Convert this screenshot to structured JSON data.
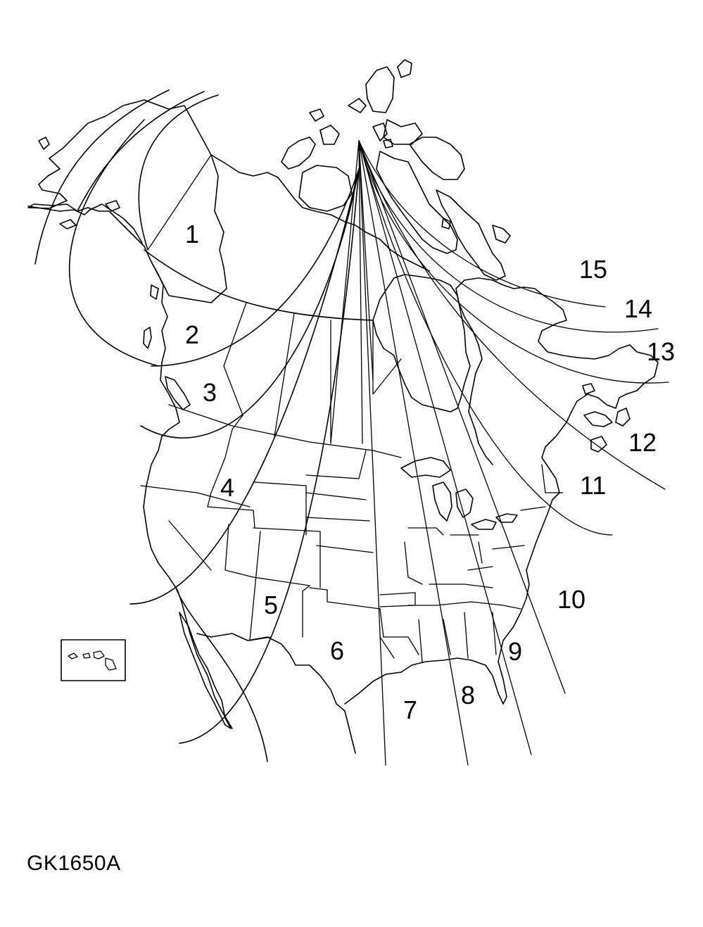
{
  "zones": [
    {
      "id": "1",
      "label": "1"
    },
    {
      "id": "2",
      "label": "2"
    },
    {
      "id": "3",
      "label": "3"
    },
    {
      "id": "4",
      "label": "4"
    },
    {
      "id": "5",
      "label": "5"
    },
    {
      "id": "6",
      "label": "6"
    },
    {
      "id": "7",
      "label": "7"
    },
    {
      "id": "8",
      "label": "8"
    },
    {
      "id": "9",
      "label": "9"
    },
    {
      "id": "10",
      "label": "10"
    },
    {
      "id": "11",
      "label": "11"
    },
    {
      "id": "12",
      "label": "12"
    },
    {
      "id": "13",
      "label": "13"
    },
    {
      "id": "14",
      "label": "14"
    },
    {
      "id": "15",
      "label": "15"
    }
  ],
  "caption": "GK1650A",
  "colors": {
    "ink": "#000000",
    "paper": "#ffffff"
  }
}
